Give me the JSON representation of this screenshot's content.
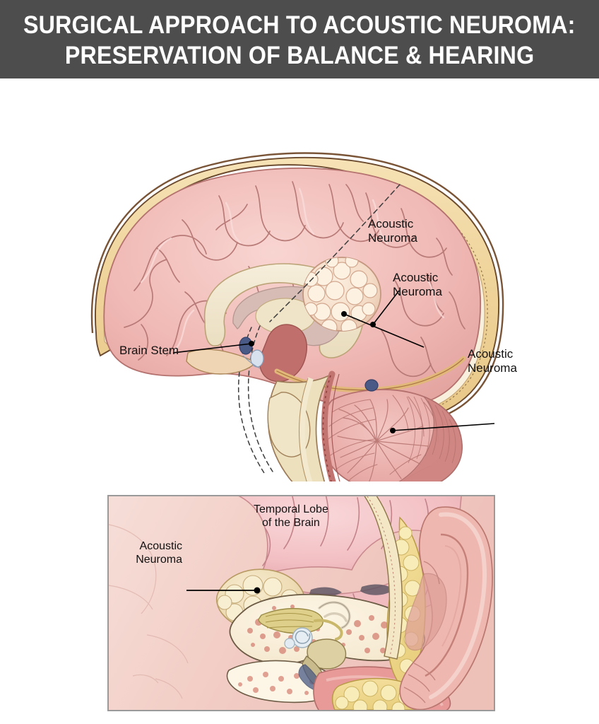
{
  "title": {
    "line1": "SURGICAL APPROACH TO ACOUSTIC NEUROMA:",
    "line2": "PRESERVATION OF BALANCE & HEARING",
    "background_color": "#4d4d4d",
    "text_color": "#ffffff"
  },
  "brain_figure": {
    "view": "midsagittal section of the head showing skull, cerebrum, corpus callosum, brainstem and cerebellum with an acoustic neuroma",
    "labels": [
      {
        "id": "acoustic-neuroma-1",
        "text": "Acoustic\nNeuroma"
      },
      {
        "id": "acoustic-neuroma-2",
        "text": "Acoustic\nNeuroma"
      },
      {
        "id": "acoustic-neuroma-3",
        "text": "Acoustic\nNeuroma"
      },
      {
        "id": "brain-stem",
        "text": "Brain Stem"
      }
    ]
  },
  "inset_figure": {
    "view": "coronal cutaway of the ear showing outer ear, ear canal, middle ear ossicles, cochlea, internal auditory canal and an acoustic neuroma beneath the temporal lobe",
    "labels": [
      {
        "id": "temporal-lobe",
        "text": "Temporal Lobe\nof the Brain"
      },
      {
        "id": "acoustic-neuroma-inset",
        "text": "Acoustic\nNeuroma"
      }
    ],
    "border_color": "#9a9a9a"
  },
  "palette": {
    "page_background": "#ffffff",
    "skull_bone": "#f0d9a8",
    "skull_outline": "#6b4a2e",
    "dura": "#f7ecd8",
    "cortex_fill": "#f0b6b3",
    "cortex_light": "#f6cfcb",
    "cortex_outline": "#b4726f",
    "corpus_callosum": "#efe3c6",
    "thalamus": "#c5716e",
    "brainstem_fill": "#ede0bd",
    "cerebellum_fill": "#eeb4b0",
    "cerebellum_dark": "#c07d79",
    "tumor_fill": "#f7dcc9",
    "tumor_outline": "#c69a84",
    "tentorium": "#f1d7a6",
    "vein_blue": "#4a5a86",
    "label_text": "#111111",
    "leader_line": "#000000",
    "skin_fill": "#f3ccc5",
    "mastoid_fat": "#f0d98f",
    "nerve_yellow": "#ded08a",
    "canal_pink": "#e79a97"
  }
}
